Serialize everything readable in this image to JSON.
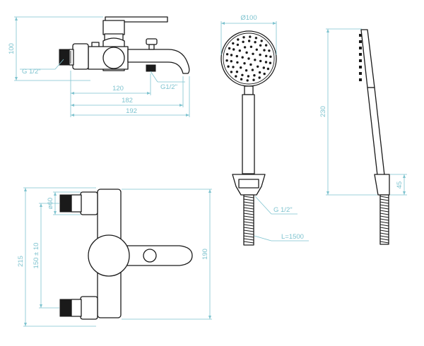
{
  "colors": {
    "dimension": "#7ec3cf",
    "outline": "#1a1a1a",
    "background": "#ffffff"
  },
  "side_view": {
    "height": "100",
    "inlet_thread": "G 1/2\"",
    "outlet_thread": "G1/2\"",
    "inlet_spacing": "120",
    "body_length": "182",
    "total_length": "192"
  },
  "front_view": {
    "total_height": "215",
    "center_distance": "150 ± 10",
    "flange_diameter": "ø60",
    "body_height": "190"
  },
  "hand_shower": {
    "head_diameter": "Ø100",
    "hose_thread": "G 1/2\"",
    "hose_length": "L=1500",
    "length": "230",
    "holder_height": "45"
  }
}
